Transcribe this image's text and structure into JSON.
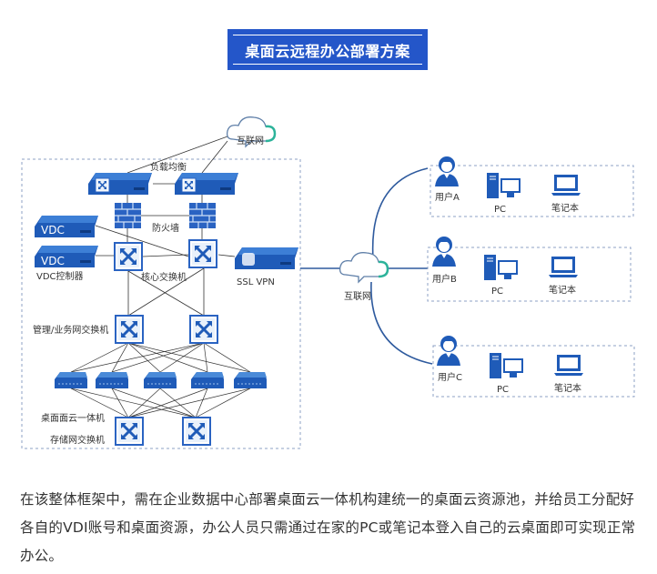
{
  "title": "桌面云远程办公部署方案",
  "colors": {
    "title_bg": "#2456c9",
    "device_blue": "#1f5bb8",
    "line_blue": "#2e5a9e",
    "dashed_border": "#8da0c4"
  },
  "datacenter": {
    "internet_label": "互联网",
    "load_balancer_label": "负载均衡",
    "firewall_label": "防火墙",
    "vdc_device_text": "VDC",
    "vdc_controller_label": "VDC控制器",
    "core_switch_label": "核心交换机",
    "ssl_vpn_label": "SSL VPN",
    "mgmt_switch_label": "管理/业务网交换机",
    "appliance_label": "桌面面云一体机",
    "storage_switch_label": "存储网交换机"
  },
  "internet_label": "互联网",
  "users": [
    {
      "name": "用户A",
      "pc": "PC",
      "laptop": "笔记本"
    },
    {
      "name": "用户B",
      "pc": "PC",
      "laptop": "笔记本"
    },
    {
      "name": "用户C",
      "pc": "PC",
      "laptop": "笔记本"
    }
  ],
  "description": "在该整体框架中，需在企业数据中心部署桌面云一体机构建统一的桌面云资源池，并给员工分配好各自的VDI账号和桌面资源，办公人员只需通过在家的PC或笔记本登入自己的云桌面即可实现正常办公。"
}
